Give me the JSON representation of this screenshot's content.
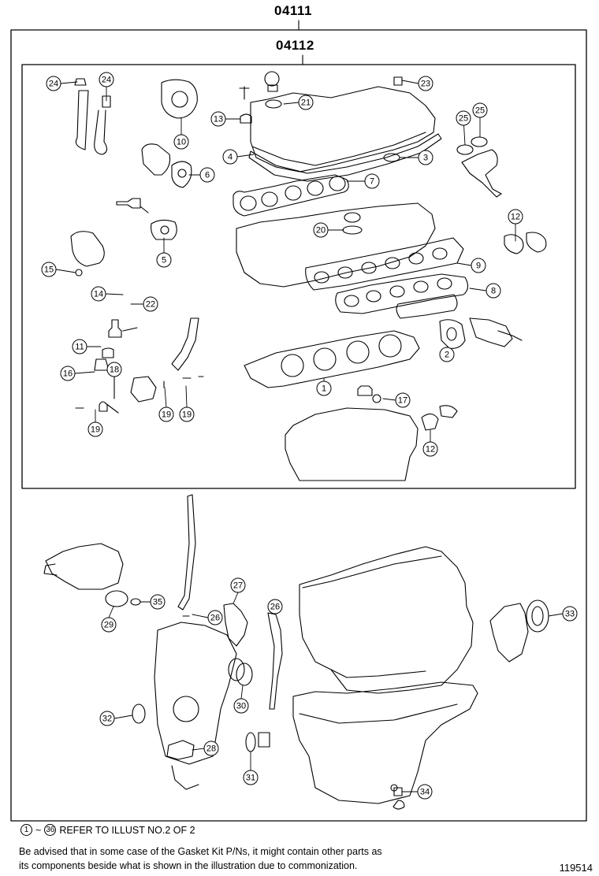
{
  "header": {
    "kit_code_outer": "04111",
    "kit_code_inner": "04112"
  },
  "callouts": [
    {
      "label": "24"
    },
    {
      "label": "24"
    },
    {
      "label": "10"
    },
    {
      "label": "13"
    },
    {
      "label": "21"
    },
    {
      "label": "23"
    },
    {
      "label": "4"
    },
    {
      "label": "3"
    },
    {
      "label": "6"
    },
    {
      "label": "25"
    },
    {
      "label": "25"
    },
    {
      "label": "7"
    },
    {
      "label": "20"
    },
    {
      "label": "5"
    },
    {
      "label": "12"
    },
    {
      "label": "15"
    },
    {
      "label": "9"
    },
    {
      "label": "14"
    },
    {
      "label": "22"
    },
    {
      "label": "8"
    },
    {
      "label": "11"
    },
    {
      "label": "2"
    },
    {
      "label": "16"
    },
    {
      "label": "18"
    },
    {
      "label": "1"
    },
    {
      "label": "17"
    },
    {
      "label": "19"
    },
    {
      "label": "19"
    },
    {
      "label": "19"
    },
    {
      "label": "12"
    },
    {
      "label": "27"
    },
    {
      "label": "26"
    },
    {
      "label": "35"
    },
    {
      "label": "26"
    },
    {
      "label": "29"
    },
    {
      "label": "33"
    },
    {
      "label": "30"
    },
    {
      "label": "32"
    },
    {
      "label": "28"
    },
    {
      "label": "31"
    },
    {
      "label": "34"
    }
  ],
  "footer": {
    "legend_from": "1",
    "legend_tilde": "~",
    "legend_to": "36",
    "legend_text": "REFER TO ILLUST NO.2 OF 2",
    "note_line1": "Be advised that in some case of the Gasket Kit P/Ns,  it might contain other parts as",
    "note_line2": "its components beside what is shown in the illustration due to commonization.",
    "illustration_id": "119514"
  }
}
